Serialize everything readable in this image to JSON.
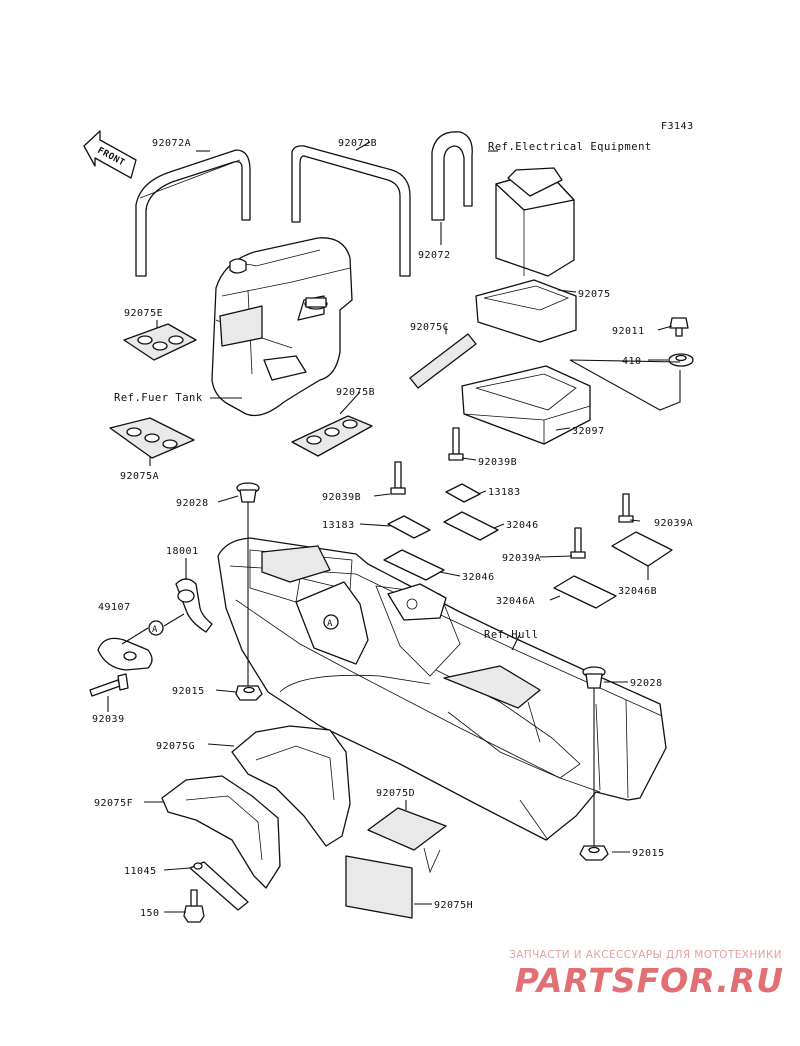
{
  "figure_code": "F3143",
  "front_label": "FRONT",
  "references": {
    "electrical": "Ref.Electrical Equipment",
    "fuel_tank": "Ref.Fuer Tank",
    "hull": "Ref.Hull"
  },
  "callouts": {
    "a1": "A",
    "a2": "A"
  },
  "parts": {
    "p92072A": "92072A",
    "p92072B": "92072B",
    "p92072": "92072",
    "p92075E": "92075E",
    "p92075": "92075",
    "p92075C": "92075C",
    "p92011": "92011",
    "p410": "410",
    "p92075B": "92075B",
    "p92075A": "92075A",
    "p32097": "32097",
    "p92039B_1": "92039B",
    "p92039B_2": "92039B",
    "p92028_1": "92028",
    "p13183_1": "13183",
    "p13183_2": "13183",
    "p32046_1": "32046",
    "p32046_2": "32046",
    "p92039A_1": "92039A",
    "p92039A_2": "92039A",
    "p18001": "18001",
    "p32046B": "32046B",
    "p32046A": "32046A",
    "p49107": "49107",
    "p92015_1": "92015",
    "p92028_2": "92028",
    "p92039": "92039",
    "p92075G": "92075G",
    "p92075D": "92075D",
    "p92075F": "92075F",
    "p92015_2": "92015",
    "p11045": "11045",
    "p150": "150",
    "p92075H": "92075H"
  },
  "watermark": {
    "tagline": "ЗАПЧАСТИ И АКСЕССУАРЫ ДЛЯ МОТОТЕХНИКИ",
    "logo": "PARTSFOR.RU"
  }
}
